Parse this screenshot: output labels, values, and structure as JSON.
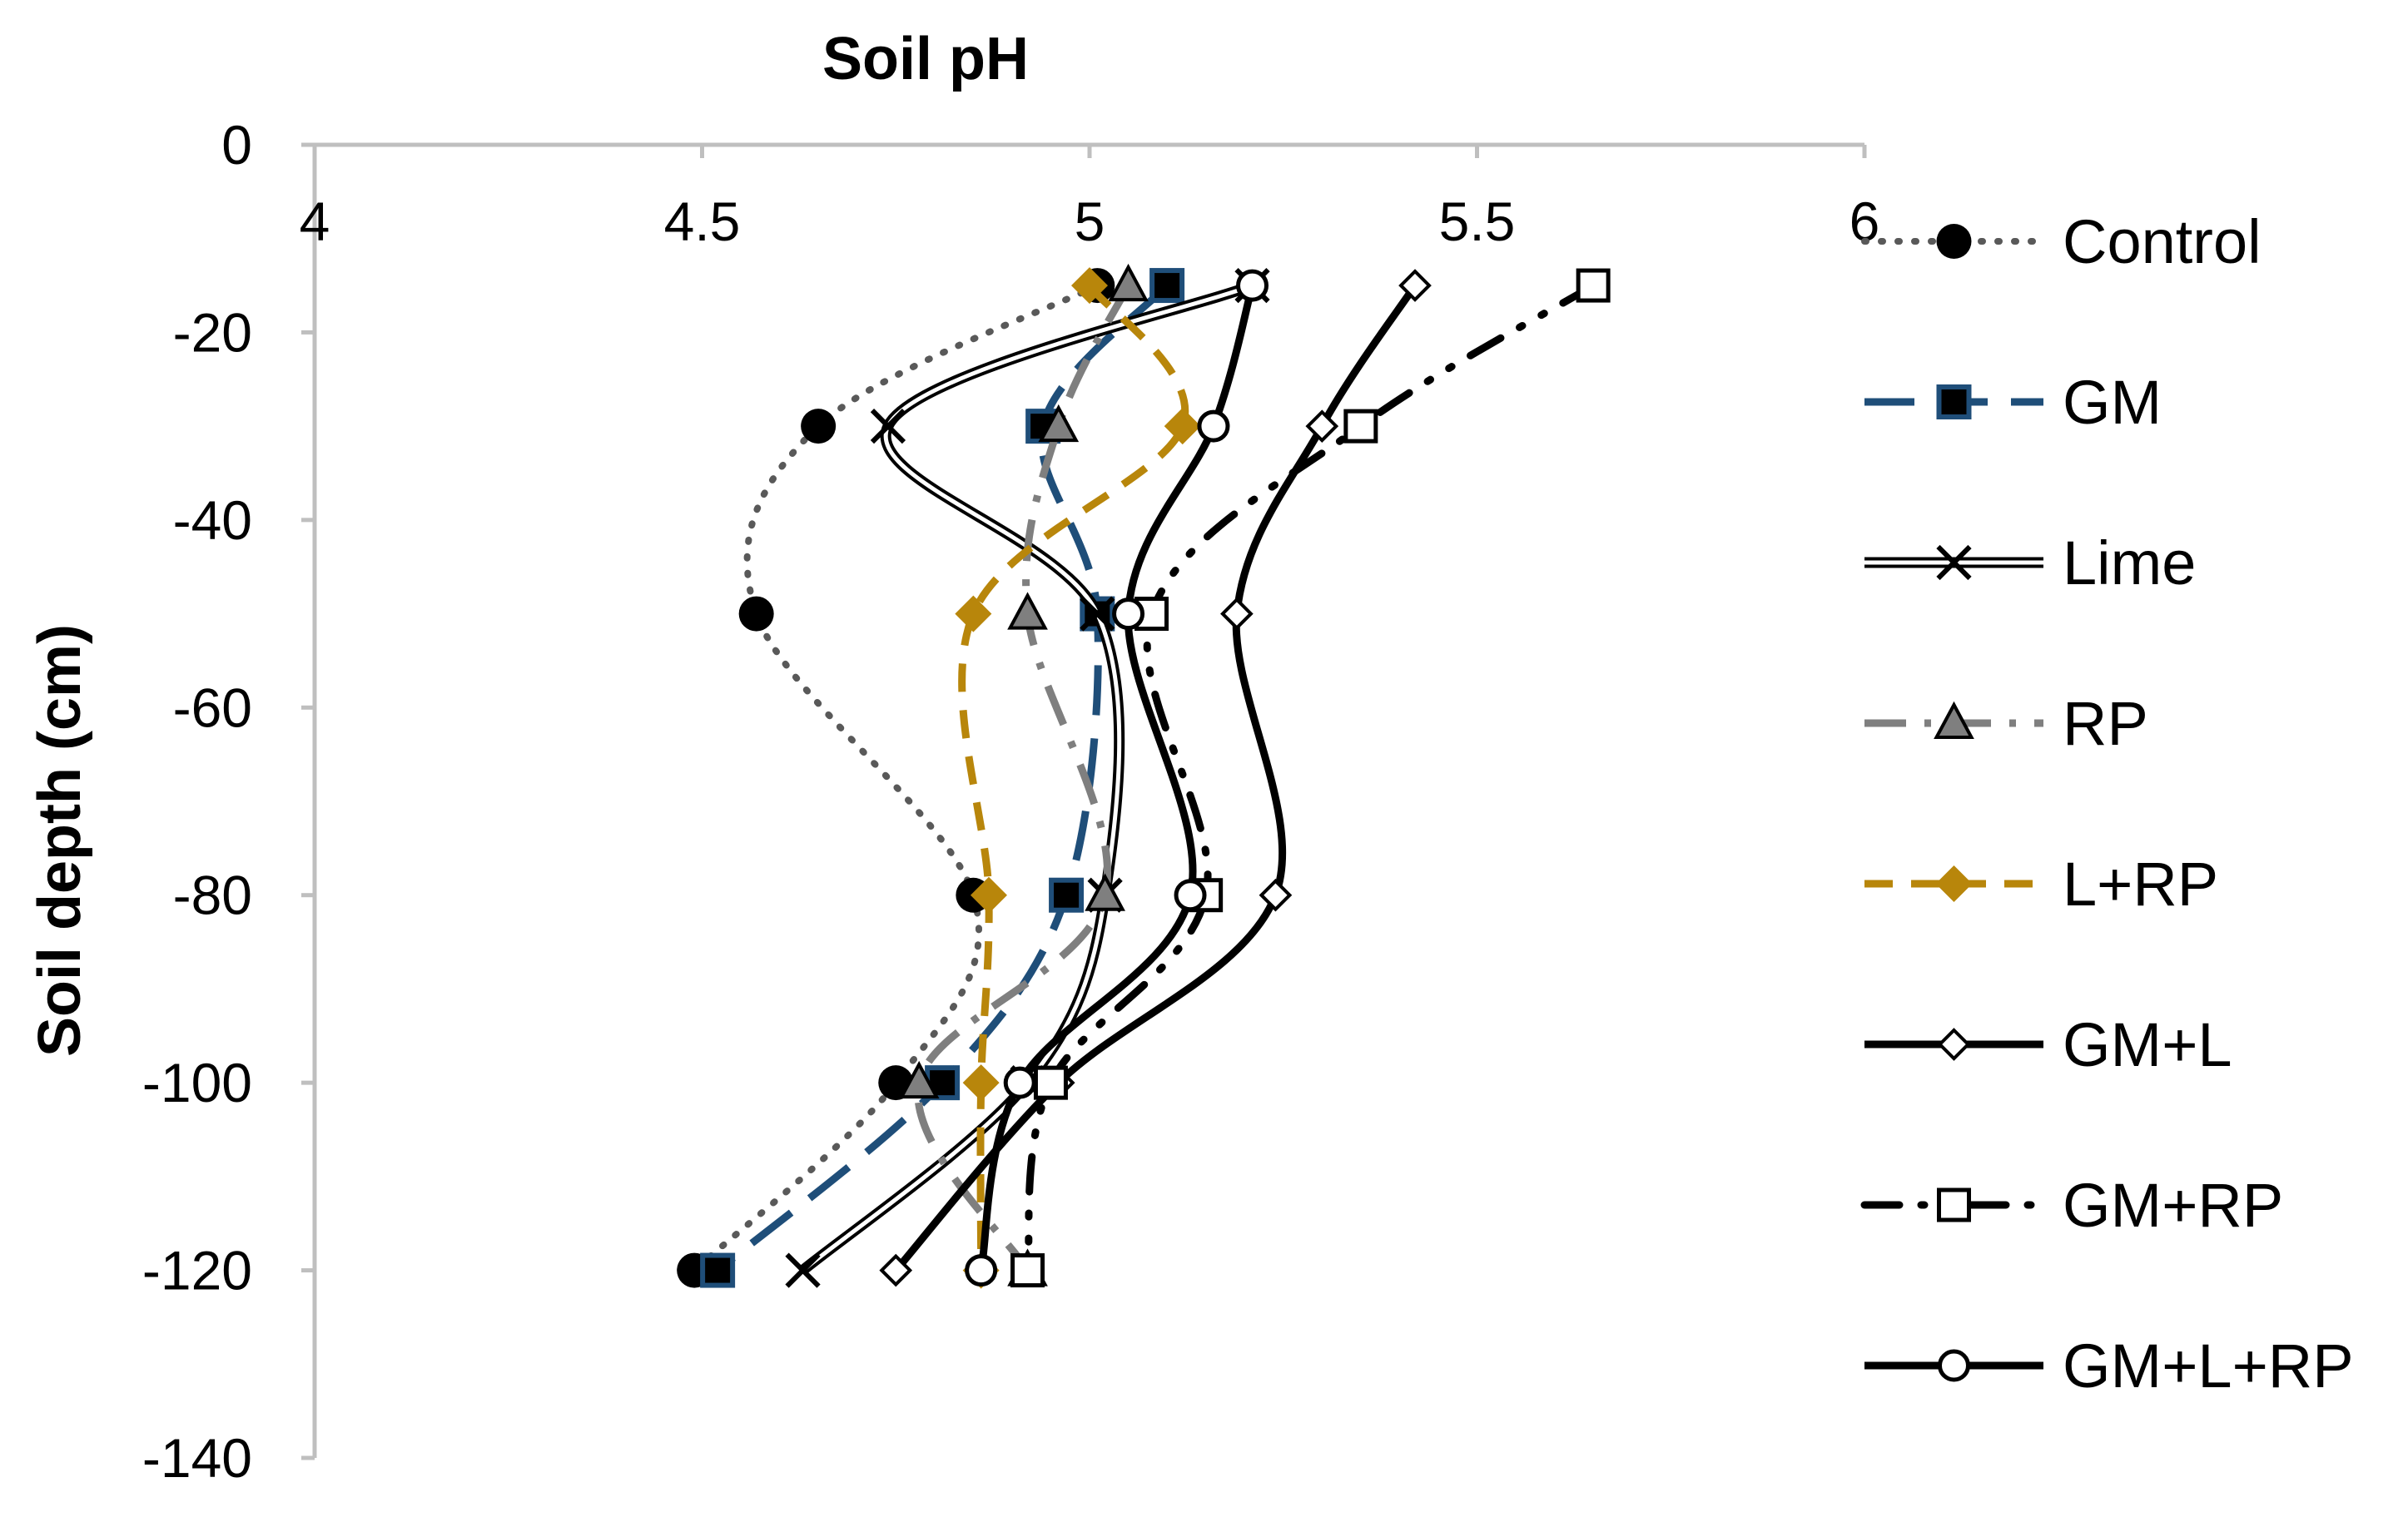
{
  "chart_data": {
    "type": "line",
    "x_axis_title": "Soil pH",
    "y_axis_title": "Soil depth (cm)",
    "xlim": [
      4,
      6
    ],
    "ylim": [
      -140,
      0
    ],
    "x_ticks": [
      "4",
      "4.5",
      "5",
      "5.5",
      "6"
    ],
    "y_ticks": [
      "0",
      "-20",
      "-40",
      "-60",
      "-80",
      "-100",
      "-120",
      "-140"
    ],
    "x_axis_position": "top",
    "grid": false,
    "legend_position": "right",
    "series": [
      {
        "name": "Control",
        "color": "#595959",
        "marker": "circle",
        "line": "dotted",
        "points": [
          [
            5.01,
            -15
          ],
          [
            4.65,
            -30
          ],
          [
            4.57,
            -50
          ],
          [
            4.85,
            -80
          ],
          [
            4.75,
            -100
          ],
          [
            4.49,
            -120
          ]
        ]
      },
      {
        "name": "GM",
        "color": "#1f4e79",
        "marker": "square-filled",
        "line": "long-dash",
        "points": [
          [
            5.1,
            -15
          ],
          [
            4.94,
            -30
          ],
          [
            5.01,
            -50
          ],
          [
            4.97,
            -80
          ],
          [
            4.81,
            -100
          ],
          [
            4.52,
            -120
          ]
        ]
      },
      {
        "name": "Lime",
        "color": "#000000",
        "marker": "x",
        "line": "double",
        "points": [
          [
            5.21,
            -15
          ],
          [
            4.74,
            -30
          ],
          [
            5.01,
            -50
          ],
          [
            5.02,
            -80
          ],
          [
            4.92,
            -100
          ],
          [
            4.63,
            -120
          ]
        ]
      },
      {
        "name": "RP",
        "color": "#7f7f7f",
        "marker": "triangle",
        "line": "dash-dot",
        "points": [
          [
            5.05,
            -15
          ],
          [
            4.96,
            -30
          ],
          [
            4.92,
            -50
          ],
          [
            5.02,
            -80
          ],
          [
            4.78,
            -100
          ],
          [
            4.92,
            -120
          ]
        ]
      },
      {
        "name": "L+RP",
        "color": "#b8860b",
        "marker": "diamond-filled",
        "line": "dashed",
        "points": [
          [
            5.0,
            -15
          ],
          [
            5.12,
            -30
          ],
          [
            4.85,
            -50
          ],
          [
            4.87,
            -80
          ],
          [
            4.86,
            -100
          ],
          [
            4.86,
            -120
          ]
        ]
      },
      {
        "name": "GM+L",
        "color": "#000000",
        "marker": "diamond-open",
        "line": "solid",
        "points": [
          [
            5.42,
            -15
          ],
          [
            5.3,
            -30
          ],
          [
            5.19,
            -50
          ],
          [
            5.24,
            -80
          ],
          [
            4.96,
            -100
          ],
          [
            4.75,
            -120
          ]
        ]
      },
      {
        "name": "GM+RP",
        "color": "#000000",
        "marker": "square-open",
        "line": "dash-dot-dot",
        "points": [
          [
            5.65,
            -15
          ],
          [
            5.35,
            -30
          ],
          [
            5.08,
            -50
          ],
          [
            5.15,
            -80
          ],
          [
            4.95,
            -100
          ],
          [
            4.92,
            -120
          ]
        ]
      },
      {
        "name": "GM+L+RP",
        "color": "#000000",
        "marker": "circle-open",
        "line": "solid",
        "points": [
          [
            5.21,
            -15
          ],
          [
            5.16,
            -30
          ],
          [
            5.05,
            -50
          ],
          [
            5.13,
            -80
          ],
          [
            4.91,
            -100
          ],
          [
            4.86,
            -120
          ]
        ]
      }
    ]
  }
}
